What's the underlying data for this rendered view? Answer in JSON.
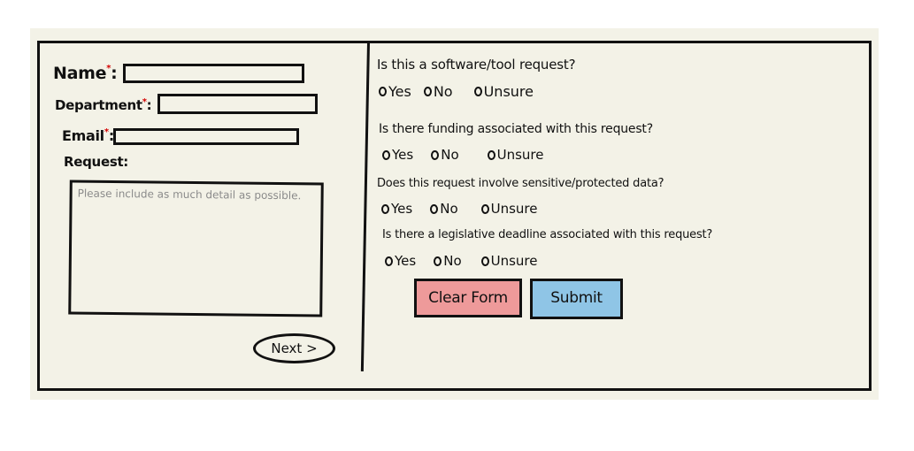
{
  "form": {
    "name_label": "Name",
    "department_label": "Department",
    "email_label": "Email",
    "request_label": "Request:",
    "required_mark": "*",
    "label_suffix": ":",
    "request_placeholder": "Please include as much detail as possible.",
    "next_label": "Next >"
  },
  "questions": [
    {
      "text": "Is this a software/tool request?",
      "options": [
        "Yes",
        "No",
        "Unsure"
      ]
    },
    {
      "text": "Is there funding associated with this request?",
      "options": [
        "Yes",
        "No",
        "Unsure"
      ]
    },
    {
      "text": "Does this request involve sensitive/protected data?",
      "options": [
        "Yes",
        "No",
        "Unsure"
      ]
    },
    {
      "text": "Is there a legislative deadline associated with this request?",
      "options": [
        "Yes",
        "No",
        "Unsure"
      ]
    }
  ],
  "buttons": {
    "clear_label": "Clear Form",
    "submit_label": "Submit"
  },
  "colors": {
    "paper": "#f3f2e7",
    "required": "#d40000",
    "clear_button": "#ee9a9a",
    "submit_button": "#8fc5e6"
  }
}
